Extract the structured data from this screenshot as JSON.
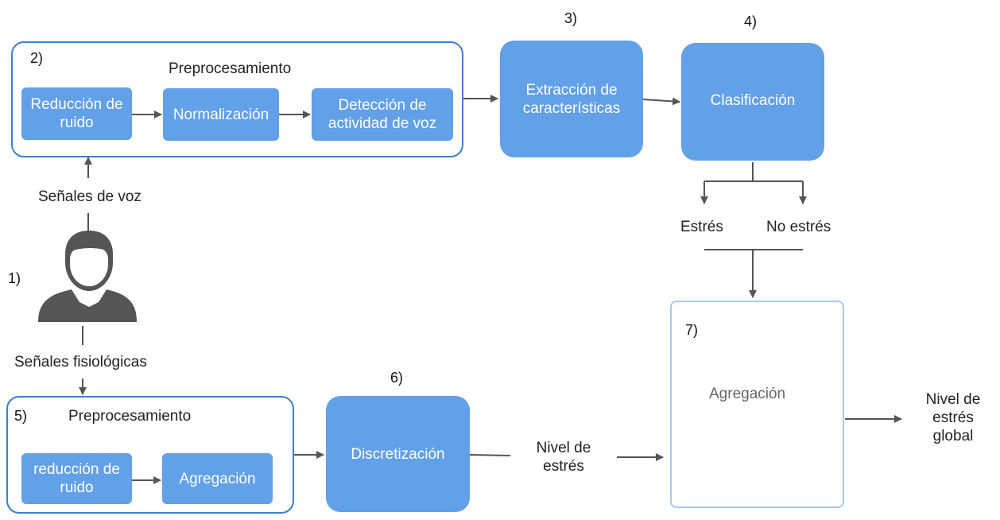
{
  "labels": {
    "n1": "1)",
    "n2": "2)",
    "n3": "3)",
    "n4": "4)",
    "n5": "5)",
    "n6": "6)",
    "n7": "7)"
  },
  "voice_input": "Señales de voz",
  "physio_input": "Señales fisiológicas",
  "group2": {
    "title": "Preprocesamiento",
    "noise": "Reducción de ruido",
    "normalization": "Normalización",
    "vad": "Detección de actividad de voz"
  },
  "features": "Extracción de características",
  "classification": "Clasificación",
  "stress": "Estrés",
  "no_stress": "No estrés",
  "aggregation7": "Agregación",
  "global_level": "Nivel de estrés global",
  "group5": {
    "title": "Preprocesamiento",
    "noise": "reducción de ruido",
    "aggregation": "Agregación"
  },
  "discretization": "Discretización",
  "stress_level": "Nivel de estrés",
  "colors": {
    "box_fill": "#62a0e8",
    "outline": "#3d7fd0",
    "arrow": "#555555"
  }
}
